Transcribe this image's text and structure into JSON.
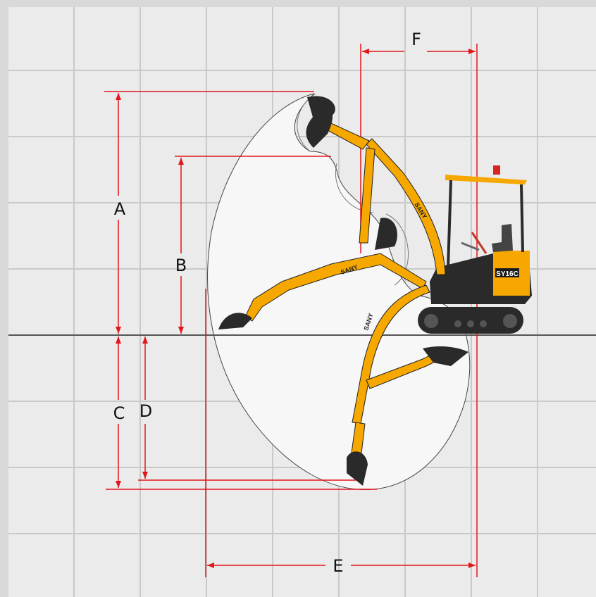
{
  "diagram": {
    "dimension_labels": {
      "A": "A",
      "B": "B",
      "C": "C",
      "D": "D",
      "E": "E",
      "F": "F"
    },
    "decals": {
      "brand": "SANY",
      "model": "SY16C"
    },
    "colors": {
      "background": "#d9d9d9",
      "panel": "#ebebeb",
      "grid": "#c9c9c9",
      "envelope": "#f7f7f7",
      "dimension_line": "#e2161b",
      "ground": "#555555",
      "machine_yellow": "#f6a800",
      "machine_dark": "#2a2a2a",
      "beacon": "#d7261e"
    },
    "icons": [
      "excavator-icon",
      "beacon-icon"
    ]
  }
}
